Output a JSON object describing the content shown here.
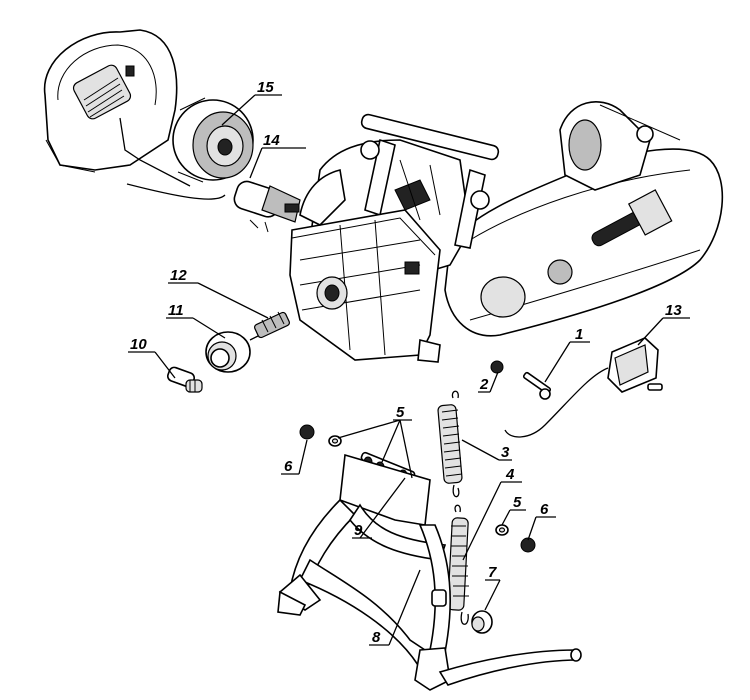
{
  "callouts": [
    {
      "label": "15"
    },
    {
      "label": "14"
    },
    {
      "label": "12"
    },
    {
      "label": "11"
    },
    {
      "label": "10"
    },
    {
      "label": "13"
    },
    {
      "label": "1"
    },
    {
      "label": "2"
    },
    {
      "label": "3"
    },
    {
      "label": "5"
    },
    {
      "label": "6"
    },
    {
      "label": "4"
    },
    {
      "label": "5"
    },
    {
      "label": "6"
    },
    {
      "label": "9"
    },
    {
      "label": "7"
    },
    {
      "label": "8"
    }
  ]
}
